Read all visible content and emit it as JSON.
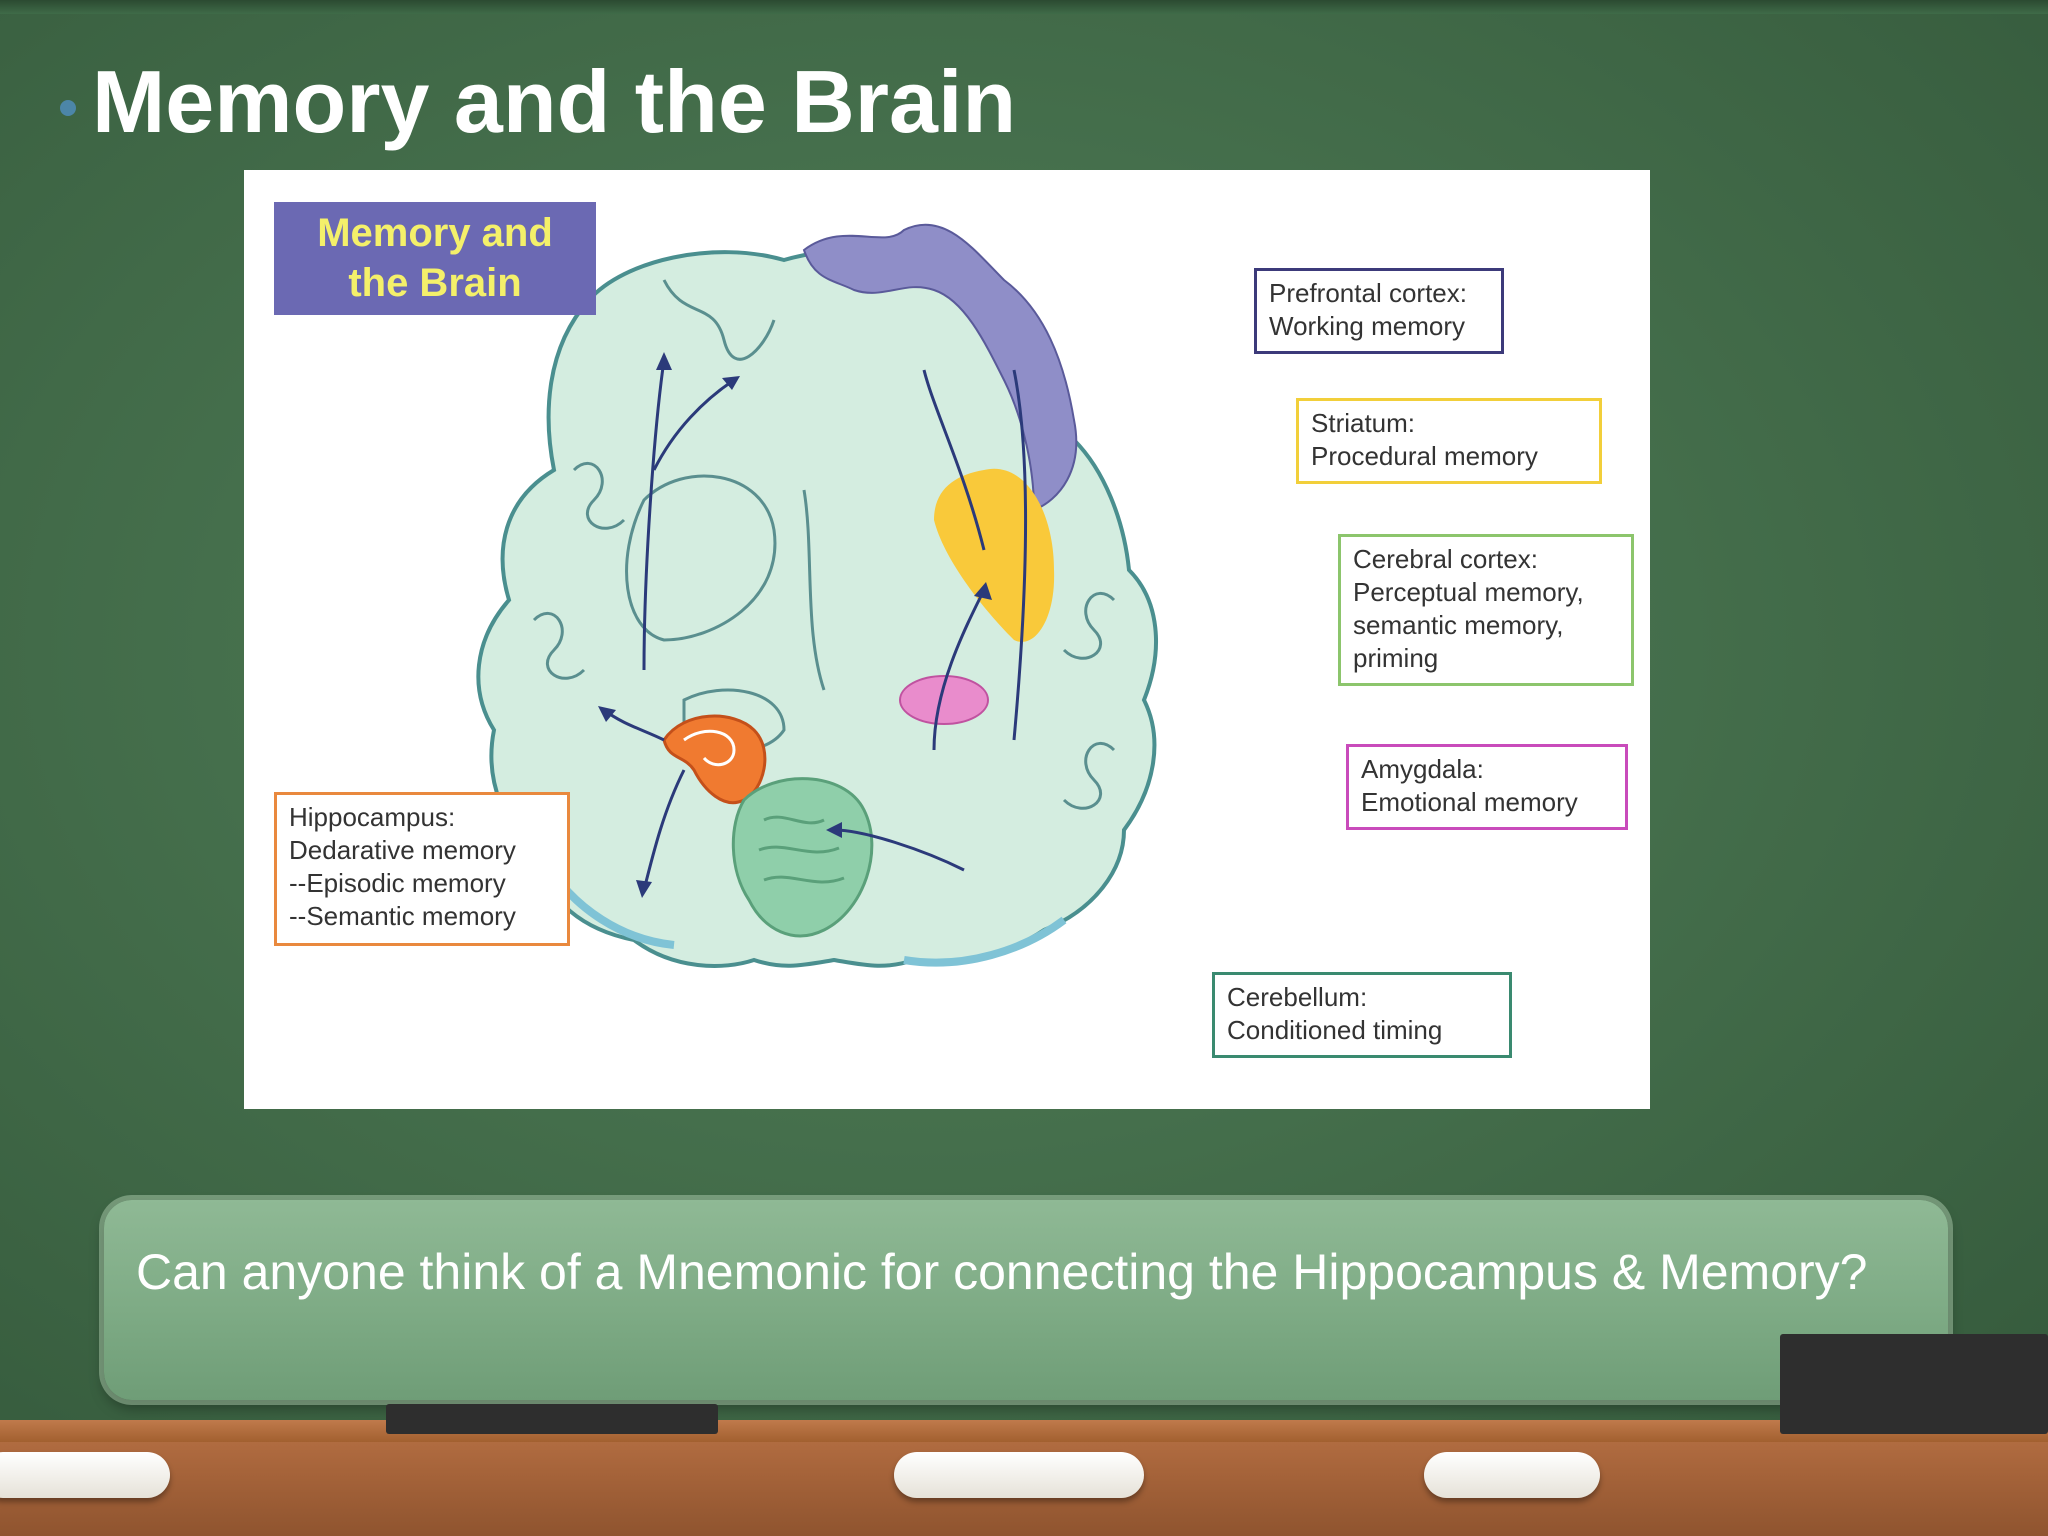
{
  "slide": {
    "title": "Memory and the Brain"
  },
  "figure": {
    "title_line1": "Memory and",
    "title_line2": "the Brain",
    "labels": {
      "prefrontal": "Prefrontal cortex:\nWorking memory",
      "striatum": "Striatum:\nProcedural memory",
      "cortex": "Cerebral cortex:\nPerceptual memory,\nsemantic memory,\npriming",
      "amygdala": "Amygdala:\nEmotional memory",
      "cerebellum": "Cerebellum:\nConditioned timing",
      "hippocampus": "Hippocampus:\nDedarative memory\n--Episodic memory\n--Semantic memory"
    },
    "colors": {
      "brain": "#d4ede0",
      "prefrontal": "#8f8ec8",
      "striatum": "#f9c93a",
      "amygdala": "#e98ccc",
      "hippocampus": "#f07a30",
      "cerebellum": "#8fcfaa",
      "arrows": "#2b3a7a"
    }
  },
  "callout": {
    "text": "Can anyone think of a Mnemonic for connecting the Hippocampus & Memory?"
  }
}
